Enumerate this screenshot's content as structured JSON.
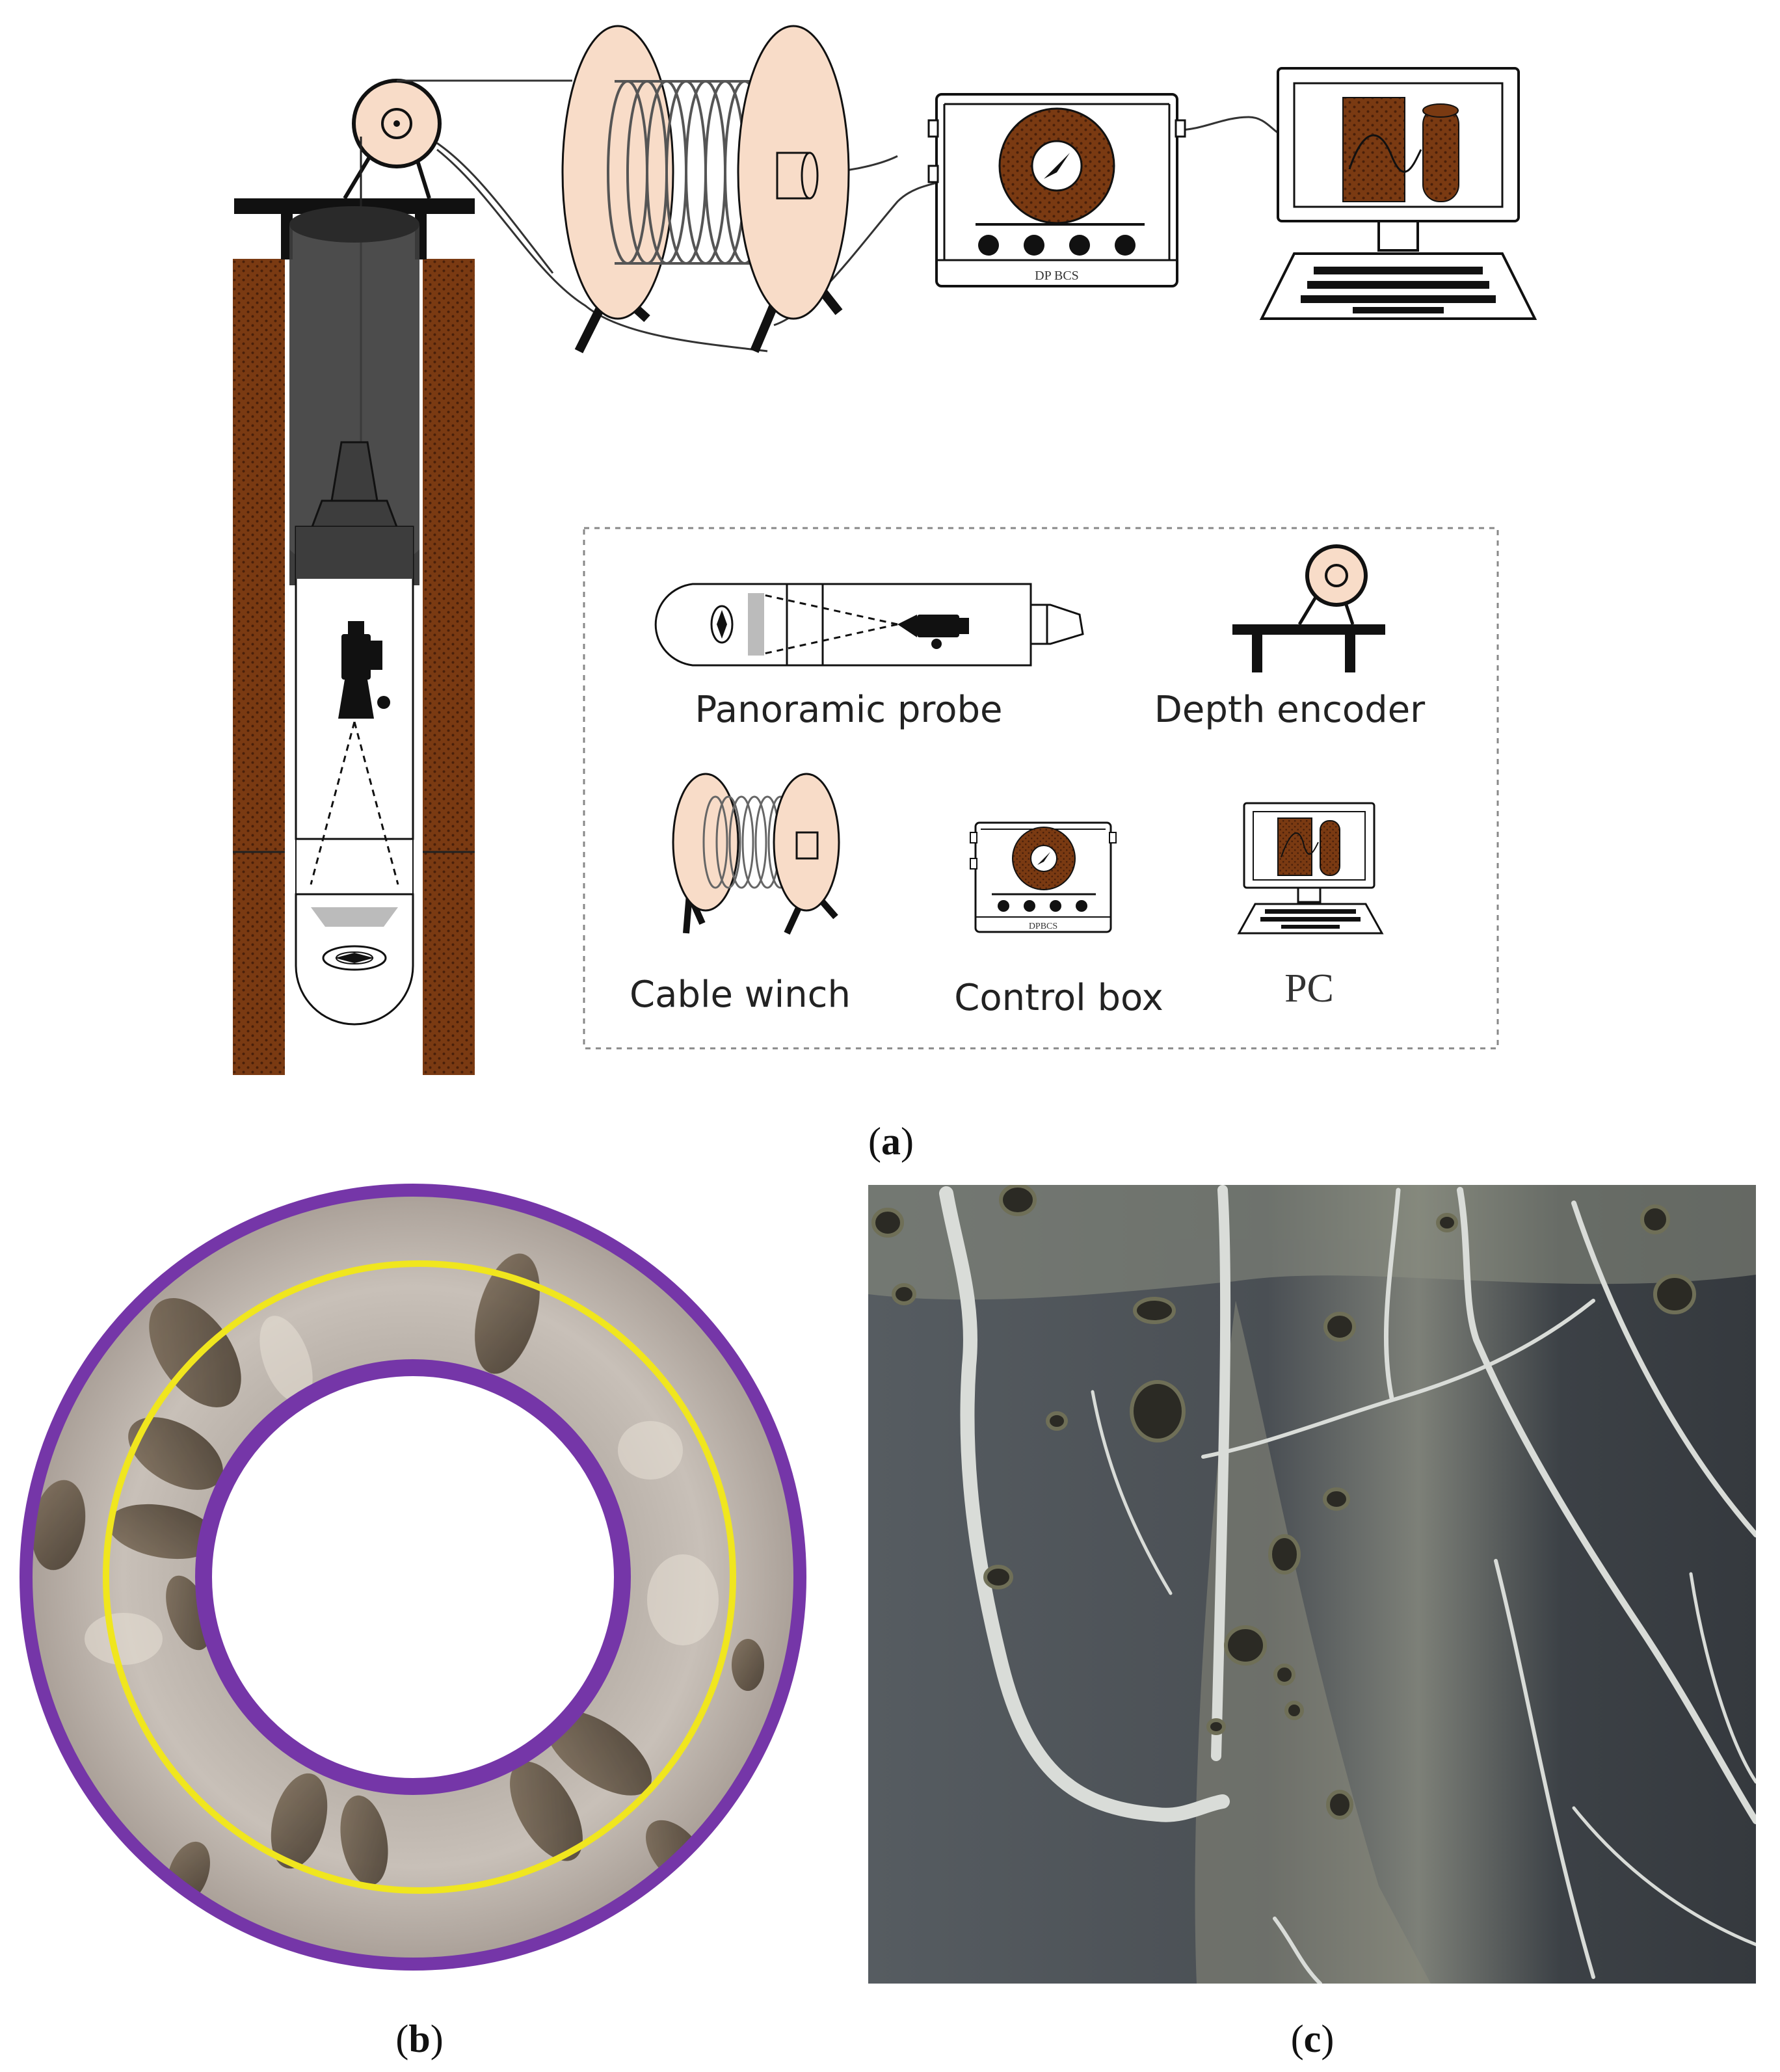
{
  "figure": {
    "panel_a": {
      "caption_open": "(",
      "caption_letter": "a",
      "caption_close": ")",
      "control_box_label": "DP BCS",
      "legend": {
        "panoramic_probe": "Panoramic probe",
        "depth_encoder": "Depth encoder",
        "cable_winch": "Cable winch",
        "control_box": "Control box",
        "control_box_small_label": "DPBCS",
        "pc": "PC"
      }
    },
    "panel_b": {
      "caption_open": "(",
      "caption_letter": "b",
      "caption_close": ")"
    },
    "panel_c": {
      "caption_open": "(",
      "caption_letter": "c",
      "caption_close": ")"
    },
    "colors": {
      "rock_brown": "#7a3a12",
      "probe_cap": "#3d3d3d",
      "reel_flange": "#f8dcc8",
      "ring_purple": "#7536a8",
      "ring_yellow": "#f0e61e",
      "rock_dark": "#3e4348"
    }
  }
}
